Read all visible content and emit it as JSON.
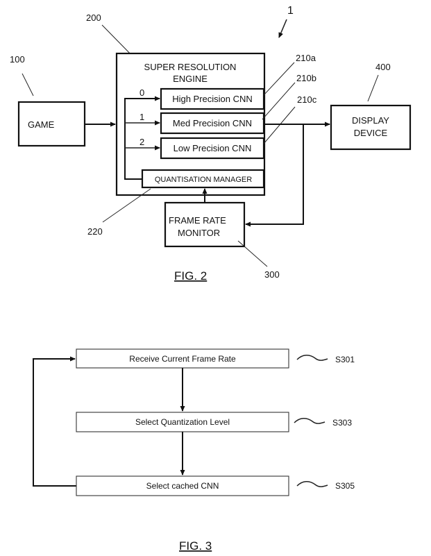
{
  "figure2": {
    "caption": "FIG. 2",
    "system_ref": "1",
    "game": {
      "label": "GAME",
      "ref": "100"
    },
    "engine": {
      "label_line1": "SUPER RESOLUTION",
      "label_line2": "ENGINE",
      "ref": "200"
    },
    "cnns": [
      {
        "index": "0",
        "label": "High Precision CNN",
        "ref": "210a"
      },
      {
        "index": "1",
        "label": "Med Precision CNN",
        "ref": "210b"
      },
      {
        "index": "2",
        "label": "Low Precision CNN",
        "ref": "210c"
      }
    ],
    "quant_manager": {
      "label": "QUANTISATION MANAGER",
      "ref": "220"
    },
    "frame_rate_monitor": {
      "label_line1": "FRAME RATE",
      "label_line2": "MONITOR",
      "ref": "300"
    },
    "display": {
      "label_line1": "DISPLAY",
      "label_line2": "DEVICE",
      "ref": "400"
    }
  },
  "figure3": {
    "caption": "FIG. 3",
    "steps": [
      {
        "label": "Receive Current Frame Rate",
        "ref": "S301"
      },
      {
        "label": "Select Quantization Level",
        "ref": "S303"
      },
      {
        "label": "Select cached CNN",
        "ref": "S305"
      }
    ]
  }
}
